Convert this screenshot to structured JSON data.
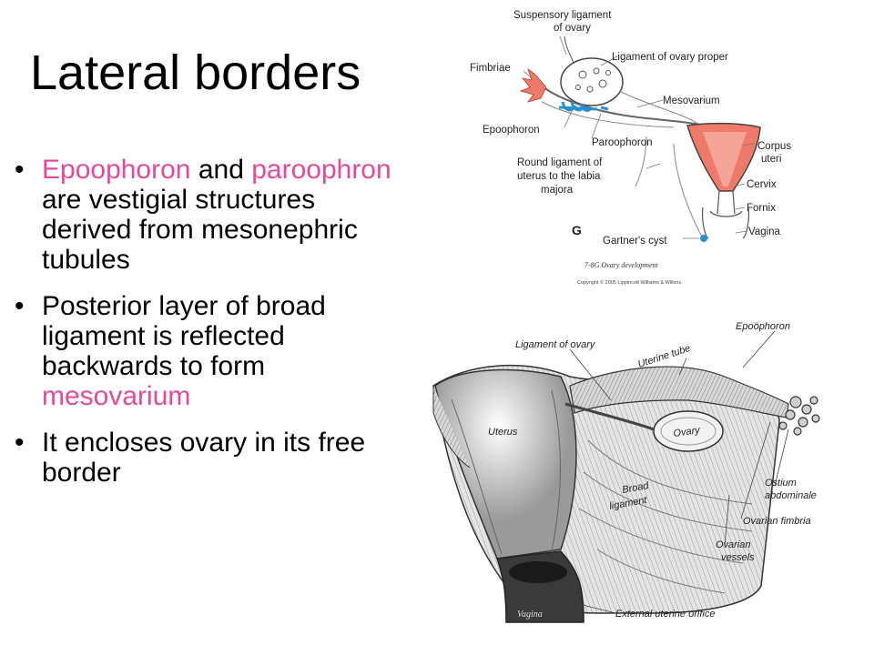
{
  "slide": {
    "title": "Lateral borders",
    "bullets": [
      {
        "parts": [
          {
            "text": "Epoophoron",
            "pink": true
          },
          {
            "text": " and ",
            "pink": false
          },
          {
            "text": "paroophron",
            "pink": true
          },
          {
            "text": " are vestigial structures derived from mesonephric tubules",
            "pink": false
          }
        ]
      },
      {
        "parts": [
          {
            "text": "Posterior layer of broad ligament is reflected backwards to form ",
            "pink": false
          },
          {
            "text": "mesovarium",
            "pink": true
          }
        ]
      },
      {
        "parts": [
          {
            "text": "It encloses ovary in its free border",
            "pink": false
          }
        ]
      }
    ]
  },
  "figure_top": {
    "labels": {
      "suspensory_1": "Suspensory ligament",
      "suspensory_2": "of ovary",
      "ligament_proper": "Ligament of ovary proper",
      "fimbriae": "Fimbriae",
      "mesovarium": "Mesovarium",
      "epoophoron": "Epoophoron",
      "paroophoron": "Paroophoron",
      "corpus_1": "Corpus",
      "corpus_2": "uteri",
      "round_1": "Round ligament of",
      "round_2": "uterus to the labia",
      "round_3": "majora",
      "cervix": "Cervix",
      "fornix": "Fornix",
      "vagina": "Vagina",
      "gartner": "Gartner's cyst",
      "panel": "G",
      "caption": "7-8G Ovary development",
      "copyright": "Copyright © 2005 Lippincott Williams & Wilkins."
    },
    "colors": {
      "uterus": "#f07a6a",
      "epoophoron": "#2a8fd0"
    }
  },
  "figure_bottom": {
    "labels": {
      "epoophoron": "Epoöphoron",
      "ligament_ovary": "Ligament of ovary",
      "uterine_tube": "Uterine tube",
      "uterus": "Uterus",
      "ovary": "Ovary",
      "ostium_1": "Ostium",
      "ostium_2": "abdominale",
      "broad_1": "Broad",
      "broad_2": "ligament",
      "ovarian_fimbria": "Ovarian fimbria",
      "ovarian_vessels_1": "Ovarian",
      "ovarian_vessels_2": "vessels",
      "vagina": "Vagina",
      "external_orifice": "External uterine orifice"
    }
  }
}
